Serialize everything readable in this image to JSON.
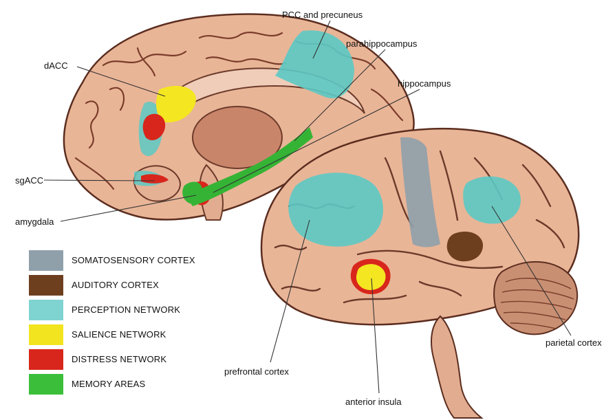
{
  "labels": {
    "pcc": "PCC and precuneus",
    "parahippocampus": "parahippocampus",
    "dacc": "dACC",
    "hippocampus": "hippocampus",
    "sgacc": "sgACC",
    "amygdala": "amygdala",
    "prefrontal": "prefrontal cortex",
    "insula": "anterior insula",
    "parietal": "parietal cortex"
  },
  "legend": [
    {
      "label": "SOMATOSENSORY CORTEX",
      "color": "#8fa0ab"
    },
    {
      "label": "AUDITORY CORTEX",
      "color": "#6e3f1f"
    },
    {
      "label": "PERCEPTION NETWORK",
      "color": "#7fd3d1"
    },
    {
      "label": "SALIENCE NETWORK",
      "color": "#f2e41f"
    },
    {
      "label": "DISTRESS NETWORK",
      "color": "#d9261c"
    },
    {
      "label": "MEMORY AREAS",
      "color": "#3bbf3b"
    }
  ],
  "colors": {
    "brain_fill": "#e8b89a",
    "brain_dark": "#c98f73",
    "sulcus": "#6b3a2a",
    "perception": "#5cc9c4",
    "salience": "#f4e620",
    "distress": "#d8261c",
    "memory": "#35b335",
    "somatosensory": "#8fa0ab",
    "auditory": "#6e3f1f"
  }
}
